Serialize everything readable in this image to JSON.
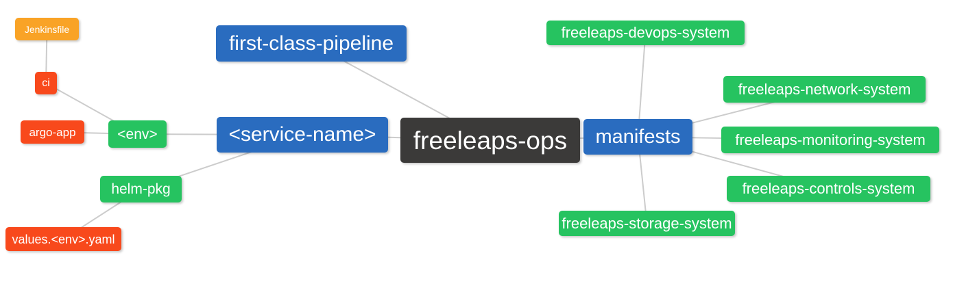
{
  "diagram": {
    "type": "mindmap",
    "root": "freeleaps-ops",
    "palette": {
      "blue": "#2a6cbf",
      "green": "#26c360",
      "red": "#f8491c",
      "orange": "#f9a326",
      "dark": "#3b3a39",
      "edge": "#cccccc",
      "label_text": "#ffffff",
      "background": "#ffffff"
    },
    "nodes": {
      "jenkinsfile": {
        "label": "Jenkinsfile",
        "color": "orange"
      },
      "ci": {
        "label": "ci",
        "color": "red"
      },
      "argo_app": {
        "label": "argo-app",
        "color": "red"
      },
      "env": {
        "label": "<env>",
        "color": "green"
      },
      "helm_pkg": {
        "label": "helm-pkg",
        "color": "green"
      },
      "values_env_yaml": {
        "label": "values.<env>.yaml",
        "color": "red"
      },
      "first_class_pipeline": {
        "label": "first-class-pipeline",
        "color": "blue"
      },
      "service_name": {
        "label": "<service-name>",
        "color": "blue"
      },
      "freeleaps_ops": {
        "label": "freeleaps-ops",
        "color": "dark"
      },
      "manifests": {
        "label": "manifests",
        "color": "blue"
      },
      "devops_system": {
        "label": "freeleaps-devops-system",
        "color": "green"
      },
      "network_system": {
        "label": "freeleaps-network-system",
        "color": "green"
      },
      "monitoring_system": {
        "label": "freeleaps-monitoring-system",
        "color": "green"
      },
      "controls_system": {
        "label": "freeleaps-controls-system",
        "color": "green"
      },
      "storage_system": {
        "label": "freeleaps-storage-system",
        "color": "green"
      }
    },
    "edges": [
      {
        "from": "jenkinsfile",
        "to": "ci"
      },
      {
        "from": "ci",
        "to": "env"
      },
      {
        "from": "argo_app",
        "to": "env"
      },
      {
        "from": "env",
        "to": "service_name"
      },
      {
        "from": "helm_pkg",
        "to": "service_name"
      },
      {
        "from": "values_env_yaml",
        "to": "helm_pkg"
      },
      {
        "from": "first_class_pipeline",
        "to": "freeleaps_ops"
      },
      {
        "from": "service_name",
        "to": "freeleaps_ops"
      },
      {
        "from": "freeleaps_ops",
        "to": "manifests"
      },
      {
        "from": "manifests",
        "to": "devops_system"
      },
      {
        "from": "manifests",
        "to": "network_system"
      },
      {
        "from": "manifests",
        "to": "monitoring_system"
      },
      {
        "from": "manifests",
        "to": "controls_system"
      },
      {
        "from": "manifests",
        "to": "storage_system"
      }
    ]
  }
}
